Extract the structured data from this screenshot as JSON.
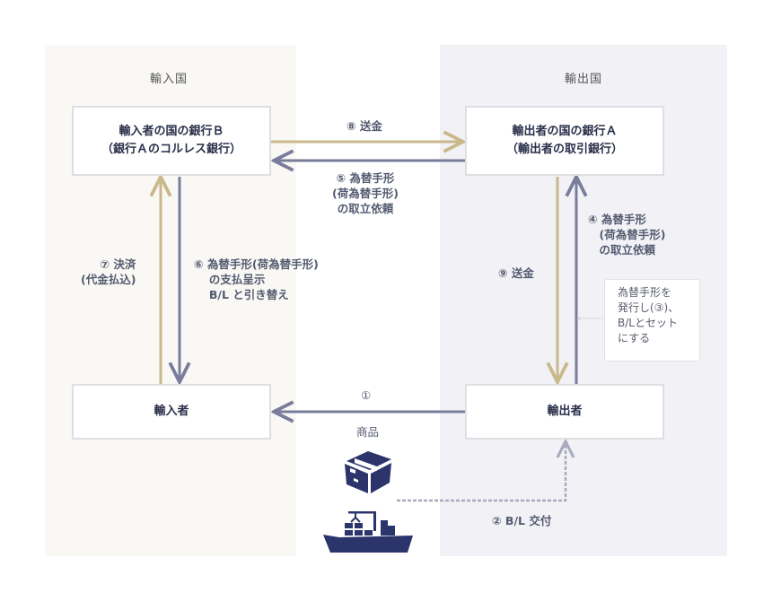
{
  "regions": {
    "import": {
      "title": "輸入国"
    },
    "export": {
      "title": "輸出国"
    }
  },
  "nodes": {
    "bank_b": {
      "line1": "輸入者の国の銀行Ｂ",
      "line2": "（銀行Ａのコルレス銀行）"
    },
    "bank_a": {
      "line1": "輸出者の国の銀行Ａ",
      "line2": "（輸出者の取引銀行）"
    },
    "importer": {
      "label": "輸入者"
    },
    "exporter": {
      "label": "輸出者"
    }
  },
  "flows": {
    "step1": {
      "label": "①"
    },
    "goods": {
      "label": "商品"
    },
    "step2": {
      "label": "② B/L 交付"
    },
    "step4": {
      "label": "④ 為替手形\n　(荷為替手形)\n　の取立依頼"
    },
    "step5": {
      "label": "⑤ 為替手形\n(荷為替手形)\nの取立依頼"
    },
    "step6": {
      "label": "⑥ 為替手形(荷為替手形)\n　 の支払呈示\n　 B/L と引き替え"
    },
    "step7": {
      "label": "⑦ 決済\n(代金払込)"
    },
    "step8": {
      "label": "⑧ 送金"
    },
    "step9": {
      "label": "⑨ 送金"
    }
  },
  "note": {
    "text": "為替手形を\n発行し(③)、\nB/Lとセット\nにする"
  },
  "colors": {
    "money_arrow": "#c9b88a",
    "document_arrow": "#7a7c9c",
    "dashed_arrow": "#a9abbd",
    "icon": "#2b356b"
  }
}
